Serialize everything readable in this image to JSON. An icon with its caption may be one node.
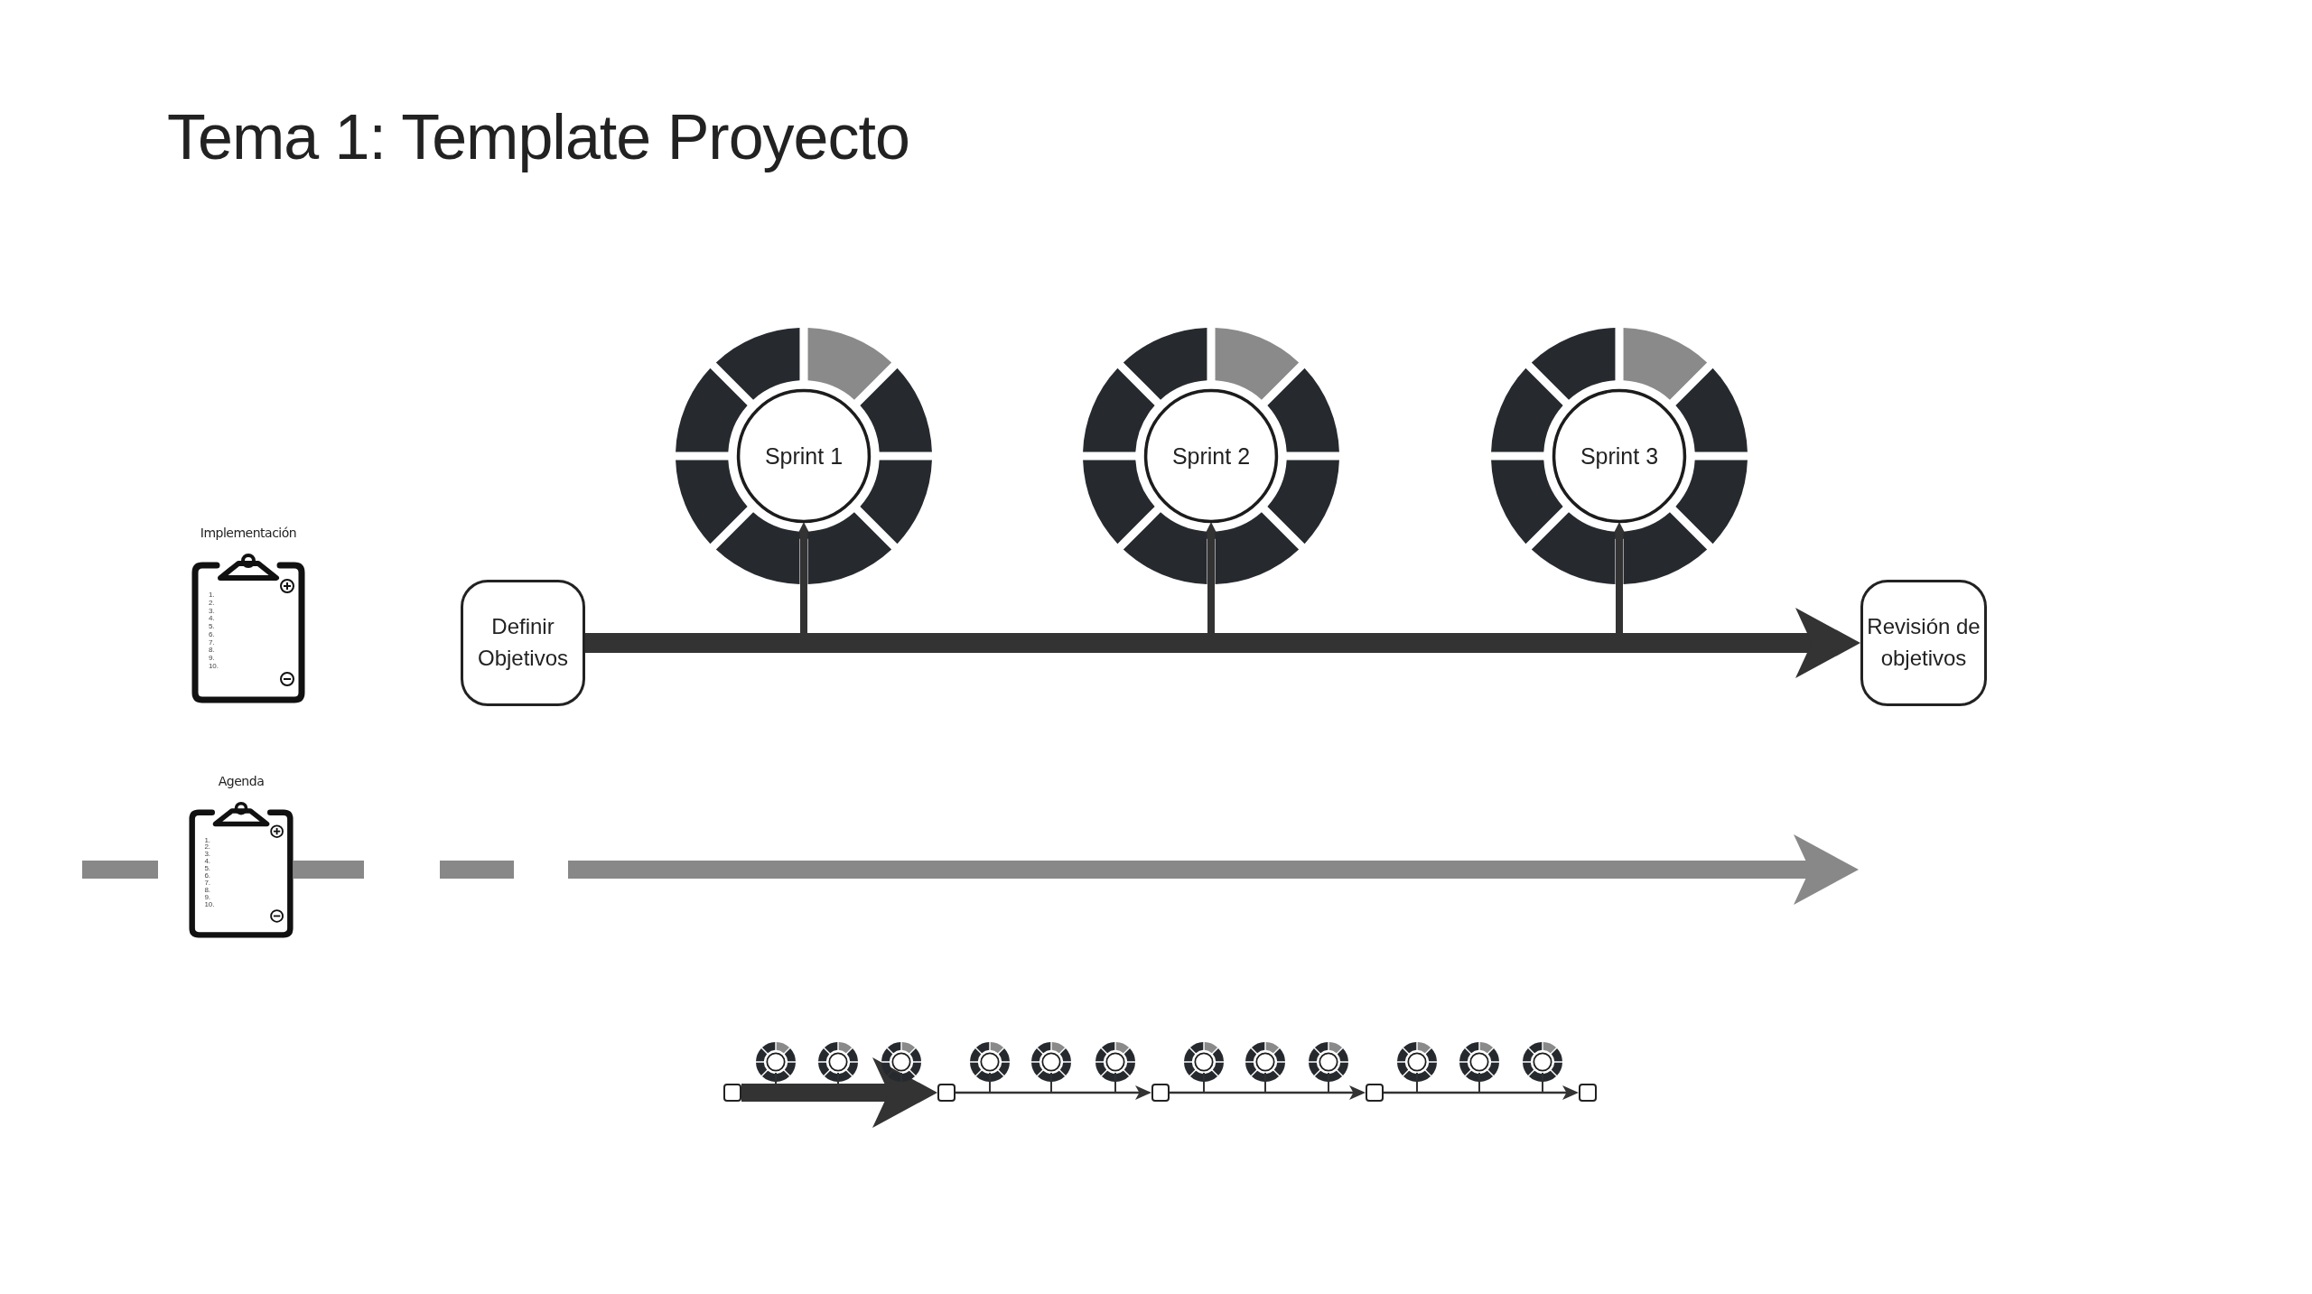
{
  "diagram": {
    "title": "Tema 1: Template Proyecto",
    "nodes": [
      {
        "text": [
          "Definir Objetivos"
        ]
      },
      {
        "text": [
          "Sprint 1"
        ]
      },
      {
        "text": [
          "Sprint 2"
        ]
      },
      {
        "text": [
          "Sprint 3"
        ]
      },
      {
        "text": [
          "Revisión de objetivos"
        ]
      },
      {
        "text": [
          "Implementación"
        ]
      },
      {
        "text": [
          "Agenda"
        ]
      },
      {
        "text": [],
        "shape": "box"
      },
      {
        "text": [],
        "shape": "box"
      },
      {
        "text": [],
        "shape": "box"
      },
      {
        "text": [],
        "shape": "box"
      },
      {
        "text": [],
        "shape": "box"
      },
      {
        "text": [],
        "shape": "circle"
      },
      {
        "text": [],
        "shape": "circle"
      },
      {
        "text": [],
        "shape": "circle"
      },
      {
        "text": [],
        "shape": "circle"
      },
      {
        "text": [],
        "shape": "circle"
      },
      {
        "text": [],
        "shape": "circle"
      },
      {
        "text": [],
        "shape": "circle"
      },
      {
        "text": [],
        "shape": "circle"
      },
      {
        "text": [],
        "shape": "circle"
      },
      {
        "text": [],
        "shape": "circle"
      },
      {
        "text": [],
        "shape": "circle"
      },
      {
        "text": [],
        "shape": "circle"
      }
    ],
    "edges": [
      {
        "from": 0,
        "to": 4,
        "arrow": "to",
        "style": "thick"
      },
      {
        "from": null,
        "to": 1,
        "arrow": "to",
        "style": "thick"
      },
      {
        "from": null,
        "to": 2,
        "arrow": "to",
        "style": "thick"
      },
      {
        "from": null,
        "to": 3,
        "arrow": "to",
        "style": "thick"
      },
      {
        "from": 6,
        "to": null,
        "arrow": "to",
        "style": "dashed",
        "color": "#888888"
      },
      {
        "from": 7,
        "to": 8,
        "arrow": "to",
        "style": "thick"
      },
      {
        "from": 8,
        "to": 9,
        "arrow": "to"
      },
      {
        "from": 9,
        "to": 10,
        "arrow": "to"
      },
      {
        "from": 10,
        "to": 11,
        "arrow": "to"
      },
      {
        "from": null,
        "to": 12,
        "arrow": "none"
      },
      {
        "from": null,
        "to": 13,
        "arrow": "none"
      },
      {
        "from": null,
        "to": 14,
        "arrow": "none"
      },
      {
        "from": null,
        "to": 15,
        "arrow": "none"
      },
      {
        "from": null,
        "to": 16,
        "arrow": "none"
      },
      {
        "from": null,
        "to": 17,
        "arrow": "none"
      },
      {
        "from": null,
        "to": 18,
        "arrow": "none"
      },
      {
        "from": null,
        "to": 19,
        "arrow": "none"
      },
      {
        "from": null,
        "to": 20,
        "arrow": "none"
      },
      {
        "from": null,
        "to": 21,
        "arrow": "none"
      },
      {
        "from": null,
        "to": 22,
        "arrow": "none"
      },
      {
        "from": null,
        "to": 23,
        "arrow": "none"
      }
    ],
    "labels": [
      "1.",
      "2.",
      "3.",
      "4.",
      "5.",
      "6.",
      "7.",
      "8.",
      "9.",
      "10.",
      "1.",
      "2.",
      "3.",
      "4.",
      "5.",
      "6.",
      "7.",
      "8.",
      "9.",
      "10."
    ]
  }
}
